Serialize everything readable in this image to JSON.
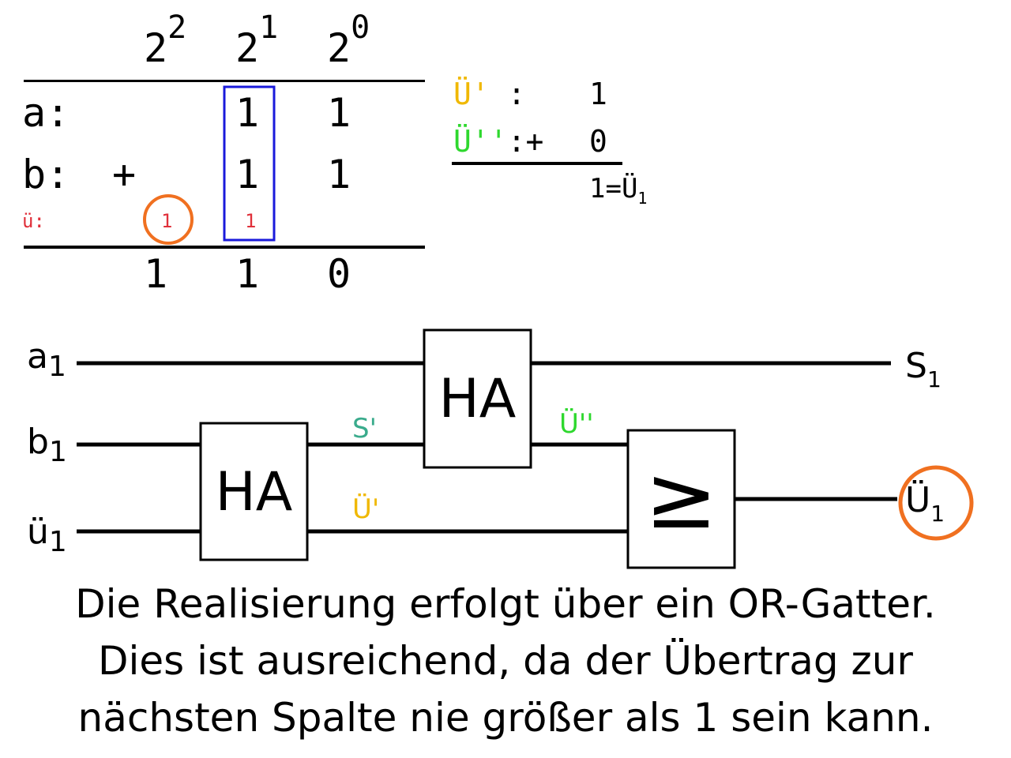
{
  "colors": {
    "black": "#000000",
    "carry_red": "#e0303a",
    "highlight_blue": "#1a1adb",
    "circle_orange": "#f07020",
    "yellow": "#f0b800",
    "green": "#2ed82e",
    "teal": "#3aab8c"
  },
  "addition": {
    "powers": [
      {
        "base": "2",
        "exp": "2"
      },
      {
        "base": "2",
        "exp": "1"
      },
      {
        "base": "2",
        "exp": "0"
      }
    ],
    "row_a": {
      "label": "a:",
      "digits": [
        "1",
        "1"
      ]
    },
    "row_b": {
      "label": "b:",
      "sign": "+",
      "digits": [
        "1",
        "1"
      ]
    },
    "row_carry": {
      "label": "ü:",
      "digits": [
        "1",
        "1"
      ]
    },
    "result": [
      "1",
      "1",
      "0"
    ]
  },
  "side_calc": {
    "u1_label": "Ü'",
    "u1_sep": " : ",
    "u1_value": "1",
    "u2_label": "Ü''",
    "u2_sep": ":+ ",
    "u2_value": "0",
    "result_prefix": "1=Ü",
    "result_sub": "1"
  },
  "circuit": {
    "inputs": [
      {
        "base": "a",
        "sub": "1"
      },
      {
        "base": "b",
        "sub": "1"
      },
      {
        "base": "ü",
        "sub": "1"
      }
    ],
    "ha_label": "HA",
    "or_label": "≥",
    "signal_s_prime": "S'",
    "signal_u_double": "Ü''",
    "signal_u_prime": "Ü'",
    "output_s": {
      "base": "S",
      "sub": "1"
    },
    "output_u": {
      "base": "Ü",
      "sub": "1"
    }
  },
  "caption": {
    "line1": "Die Realisierung erfolgt über ein OR-Gatter.",
    "line2": "Dies ist ausreichend, da der Übertrag zur",
    "line3": "nächsten Spalte nie größer als 1 sein kann."
  }
}
